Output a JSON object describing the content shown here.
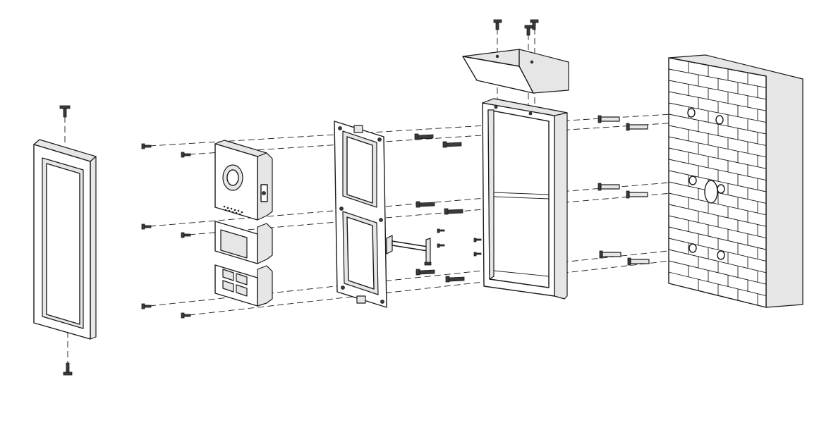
{
  "diagram": {
    "type": "exploded-installation-view",
    "components": [
      "frame-cover",
      "camera-module",
      "display-module",
      "keypad-module",
      "mounting-bracket",
      "metal-support-arm",
      "surface-back-box",
      "rain-hood",
      "wall-anchors",
      "brick-wall"
    ],
    "colors": {
      "line": "#1a1a1a",
      "background": "#ffffff",
      "shade": "#e6e6e6"
    }
  }
}
